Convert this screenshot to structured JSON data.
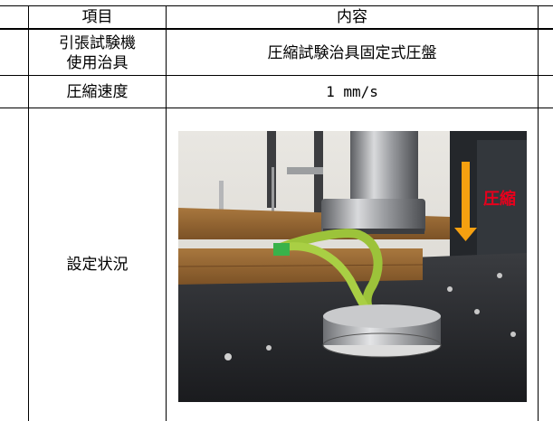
{
  "table": {
    "header": {
      "item": "項目",
      "content": "内容"
    },
    "rows": [
      {
        "item_line1": "引張試験機",
        "item_line2": "使用治具",
        "content": "圧縮試験治具固定式圧盤"
      },
      {
        "item": "圧縮速度",
        "content": "1 mm/s"
      },
      {
        "item": "設定状況",
        "content": ""
      }
    ]
  },
  "photo": {
    "annotation": "圧縮",
    "arrow_color": "#f5a010",
    "annotation_color": "#e8001c"
  }
}
